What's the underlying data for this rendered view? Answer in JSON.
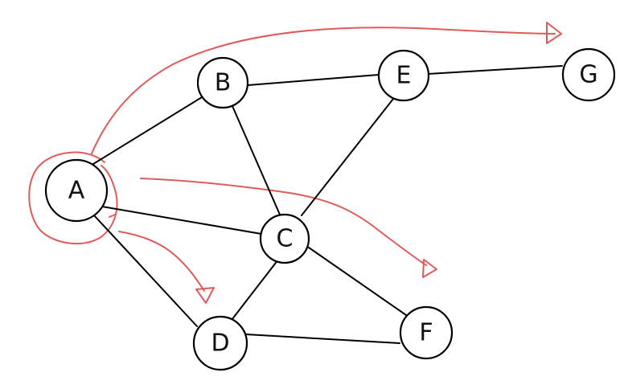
{
  "graph": {
    "nodes": [
      {
        "id": "A",
        "label": "A"
      },
      {
        "id": "B",
        "label": "B"
      },
      {
        "id": "C",
        "label": "C"
      },
      {
        "id": "D",
        "label": "D"
      },
      {
        "id": "E",
        "label": "E"
      },
      {
        "id": "F",
        "label": "F"
      },
      {
        "id": "G",
        "label": "G"
      }
    ],
    "edges": [
      [
        "A",
        "B"
      ],
      [
        "A",
        "C"
      ],
      [
        "A",
        "D"
      ],
      [
        "B",
        "E"
      ],
      [
        "B",
        "C"
      ],
      [
        "E",
        "G"
      ],
      [
        "E",
        "C"
      ],
      [
        "C",
        "D"
      ],
      [
        "C",
        "F"
      ],
      [
        "D",
        "F"
      ]
    ]
  },
  "colors": {
    "annotation": "#e05a5a",
    "node_stroke": "#000000",
    "node_fill": "#ffffff"
  }
}
